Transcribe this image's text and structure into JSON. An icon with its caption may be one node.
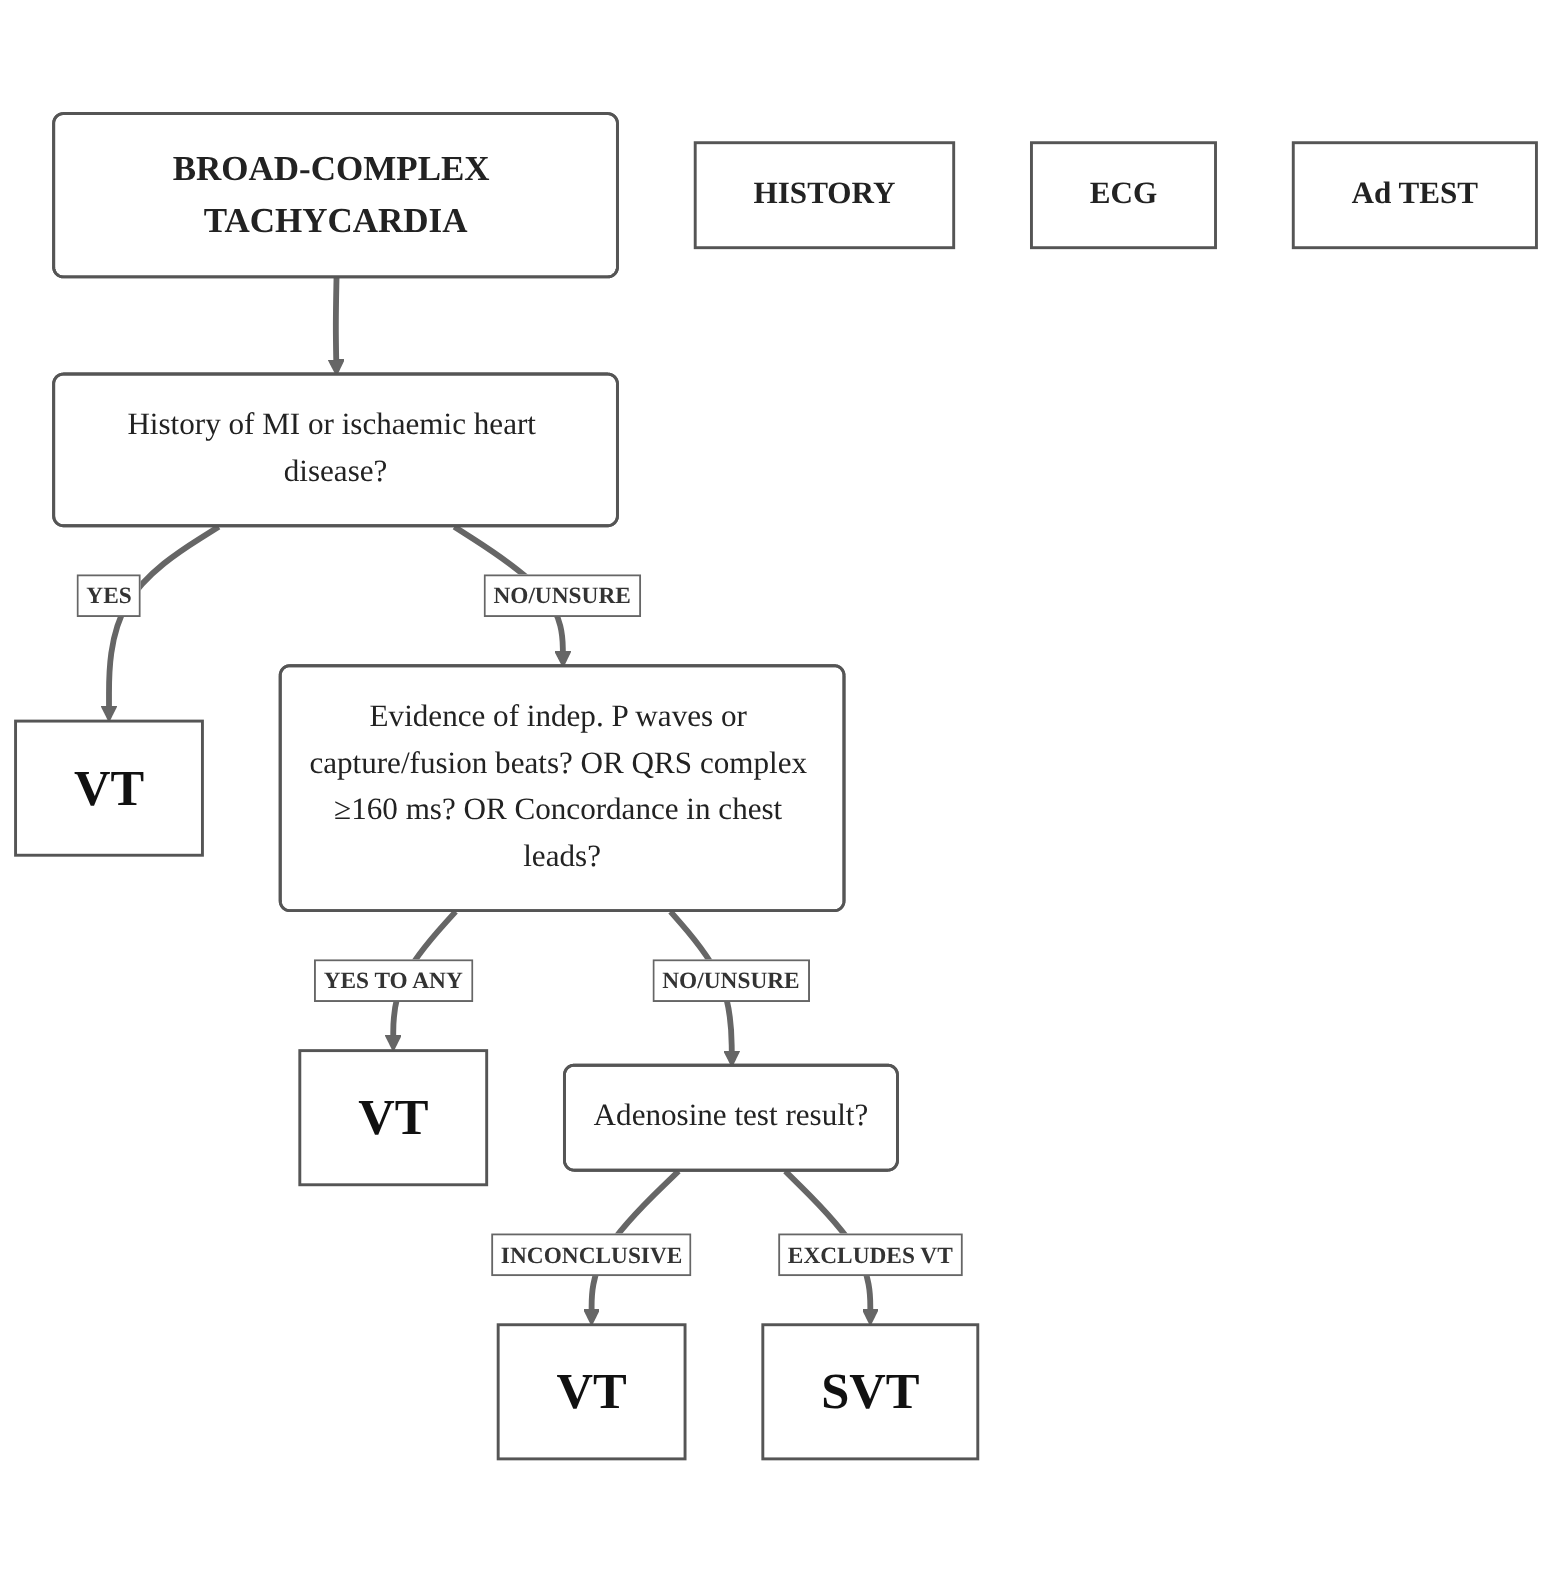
{
  "diagram": {
    "nodes": [
      {
        "text": [
          "BROAD-COMPLEX TACHYCARDIA"
        ]
      },
      {
        "text": [
          "HISTORY"
        ]
      },
      {
        "text": [
          "History of MI or ischaemic heart disease?"
        ]
      },
      {
        "text": [
          "VT"
        ]
      },
      {
        "text": [
          "ECG"
        ]
      },
      {
        "text": [
          "Evidence of indep. P waves or capture/fusion beats? OR QRS complex ≥160 ms? OR Concordance in chest leads?"
        ]
      },
      {
        "text": [
          "VT"
        ]
      },
      {
        "text": [
          "Ad TEST"
        ]
      },
      {
        "text": [
          "Adenosine test result?"
        ]
      },
      {
        "text": [
          "VT"
        ]
      },
      {
        "text": [
          "SVT"
        ]
      }
    ],
    "edges": [
      {
        "from": 0,
        "to": 2,
        "arrow": "to"
      },
      {
        "from": 2,
        "to": 3,
        "arrow": "to",
        "label": "YES"
      },
      {
        "from": 2,
        "to": 5,
        "arrow": "to",
        "label": "NO/UNSURE"
      },
      {
        "from": 5,
        "to": 6,
        "arrow": "to",
        "label": "YES TO ANY"
      },
      {
        "from": 5,
        "to": 8,
        "arrow": "to",
        "label": "NO/UNSURE"
      },
      {
        "from": 8,
        "to": 9,
        "arrow": "to",
        "label": "INCONCLUSIVE"
      },
      {
        "from": 8,
        "to": 10,
        "arrow": "to",
        "label": "EXCLUDES VT"
      }
    ]
  }
}
